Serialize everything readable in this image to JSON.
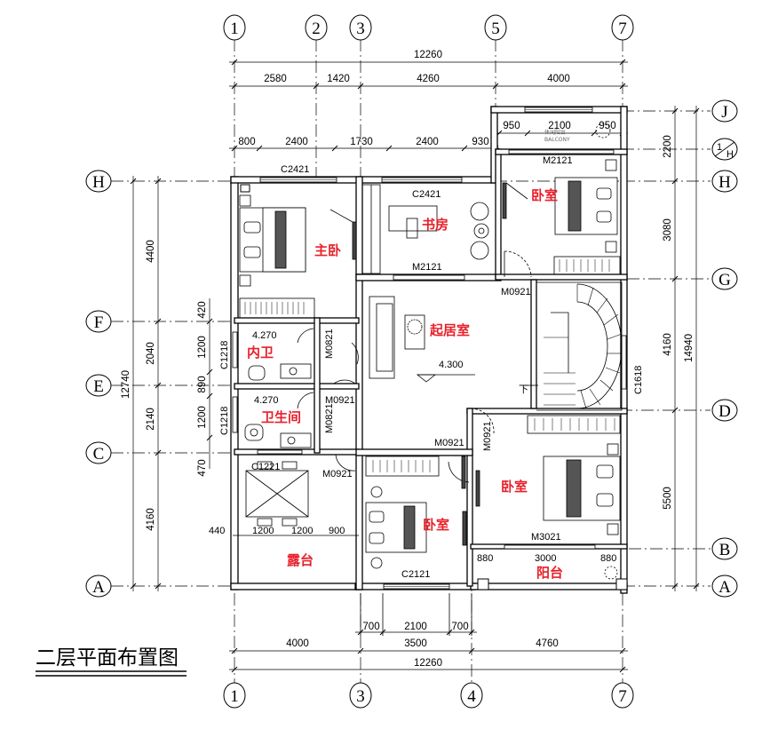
{
  "title": "二层平面布置图",
  "axes": {
    "top": [
      "1",
      "2",
      "3",
      "5",
      "7"
    ],
    "bottom": [
      "1",
      "3",
      "4",
      "7"
    ],
    "left": [
      "H",
      "F",
      "E",
      "C",
      "A"
    ],
    "right": [
      "J",
      "1/H",
      "H",
      "G",
      "D",
      "B",
      "A"
    ]
  },
  "axis_right_j": "J",
  "axis_right_1h_num": "1",
  "axis_right_1h_den": "H",
  "top_dims": {
    "total": "12260",
    "row2": [
      "2580",
      "1420",
      "4260",
      "4000"
    ],
    "row3": [
      "800",
      "2400",
      "1730",
      "2400",
      "930"
    ],
    "balcony": [
      "950",
      "2100",
      "950"
    ]
  },
  "bottom_dims": {
    "row1": [
      "700",
      "2100",
      "700"
    ],
    "row2": [
      "4000",
      "3500",
      "4760"
    ],
    "total": "12260"
  },
  "left_dims": {
    "outer": "12740",
    "mid": [
      "4400",
      "2040",
      "2140",
      "4160"
    ],
    "inner": [
      "420",
      "1200",
      "890",
      "1200",
      "470"
    ]
  },
  "right_dims": {
    "inner": [
      "2200",
      "3080",
      "4160",
      "5500"
    ],
    "outer": "14940"
  },
  "rooms": {
    "master": "主卧",
    "study": "书房",
    "bed_ne": "卧室",
    "living": "起居室",
    "inner_bath": "内卫",
    "bath": "卫生间",
    "bed_se": "卧室",
    "bed_s": "卧室",
    "terrace": "露台",
    "balcony": "阳台",
    "leisure_balcony": "休闲阳台",
    "balcony_en": "BALCONY"
  },
  "labels": {
    "c2421_a": "C2421",
    "c2421_b": "C2421",
    "m2121_study": "M2121",
    "m2121_ne": "M2121",
    "m0921_ne": "M0921",
    "m0821_a": "M0821",
    "m0921_e": "M0921",
    "m0821_b": "M0821",
    "m0921_c": "M0921",
    "m0921_s": "M0921",
    "m0921_d": "M0921",
    "c1218_a": "C1218",
    "c1218_b": "C1218",
    "c1221": "C1221",
    "c1618": "C1618",
    "c2121": "C2121",
    "m3021": "M3021",
    "lvl_living": "4.300",
    "lvl_bath1": "4.270",
    "lvl_bath2": "4.270",
    "stair_down": "下",
    "terrace_dims": [
      "440",
      "1200",
      "1200",
      "900"
    ],
    "balcony_dims": [
      "880",
      "3000",
      "880"
    ]
  }
}
